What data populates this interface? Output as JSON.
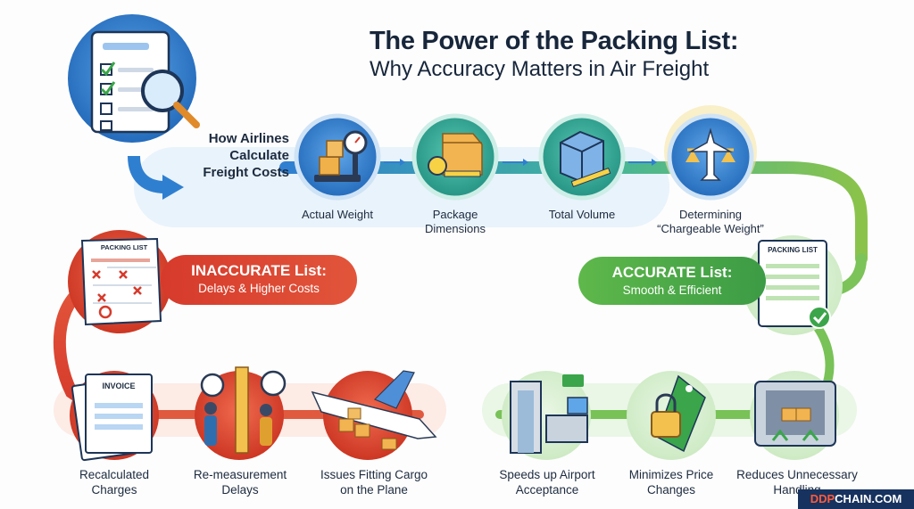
{
  "title": {
    "line1": "The Power of the Packing List:",
    "line2": "Why Accuracy Matters in Air Freight"
  },
  "intro": {
    "label": "How Airlines Calculate Freight Costs"
  },
  "steps": [
    {
      "label": "Actual Weight",
      "icon": "scale-boxes-icon"
    },
    {
      "label": "Package Dimensions",
      "icon": "box-tape-measure-icon"
    },
    {
      "label": "Total Volume",
      "icon": "cube-volume-icon"
    },
    {
      "label": "Determining “Chargeable Weight”",
      "icon": "plane-balance-icon"
    }
  ],
  "inaccurate": {
    "heading": "INACCURATE List:",
    "subheading": "Delays & Higher Costs",
    "doc_label": "PACKING LIST",
    "consequences": [
      {
        "label": "Recalculated Charges",
        "icon": "invoice-icon",
        "doc_label": "INVOICE"
      },
      {
        "label": "Re-measurement Delays",
        "icon": "people-measuring-clock-icon"
      },
      {
        "label": "Issues Fitting Cargo on the Plane",
        "icon": "plane-cargo-icon"
      }
    ]
  },
  "accurate": {
    "heading": "ACCURATE List:",
    "subheading": "Smooth & Efficient",
    "doc_label": "PACKING LIST",
    "benefits": [
      {
        "label": "Speeds up Airport Acceptance",
        "icon": "security-gate-icon"
      },
      {
        "label": "Minimizes Price Changes",
        "icon": "lock-price-tag-icon"
      },
      {
        "label": "Reduces Unnecessary Handling",
        "icon": "cargo-hold-icon"
      }
    ]
  },
  "brand": {
    "prefix": "DDP",
    "suffix": "CHAIN.COM"
  },
  "colors": {
    "red": "#d63a2b",
    "green": "#4caf50",
    "blue": "#2f7fd1",
    "navy": "#17263b"
  }
}
